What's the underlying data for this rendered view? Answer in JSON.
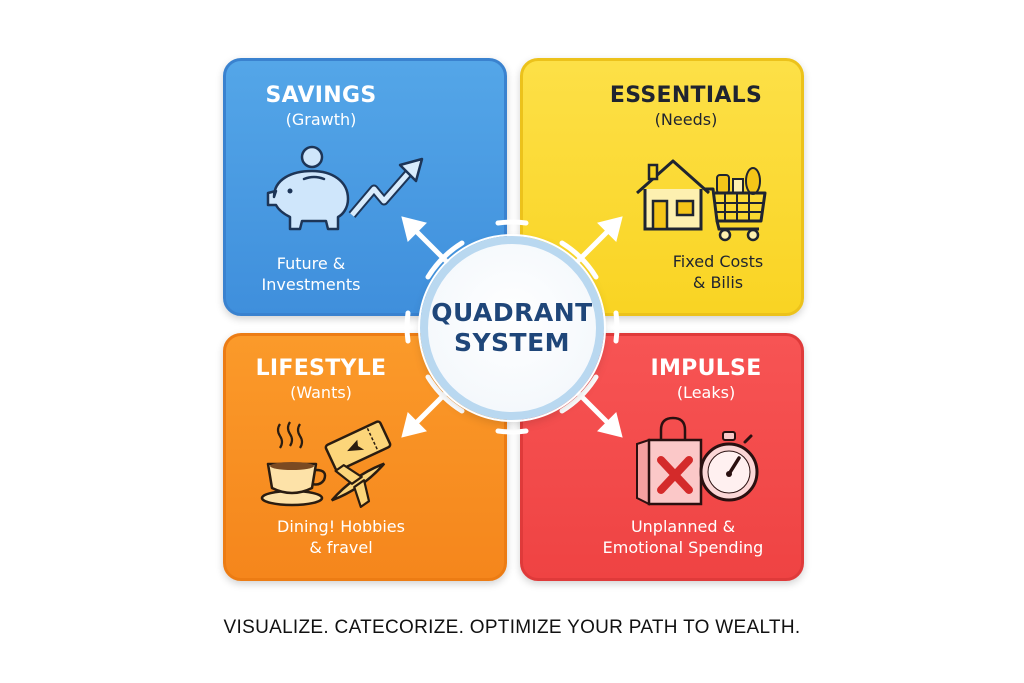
{
  "diagram": {
    "center": {
      "line1": "QUADRANT",
      "line2": "SYSTEM",
      "text_color": "#1f4679",
      "ring_color": "#b9d8f0"
    },
    "quadrants": [
      {
        "id": "savings",
        "position": "top-left",
        "title": "SAVINGS",
        "subtitle": "(Grawth)",
        "description_line1": "Future &",
        "description_line2": "Investments",
        "icon": "piggy-bank-growth-arrow-icon",
        "color": "#4a9ae2"
      },
      {
        "id": "essentials",
        "position": "top-right",
        "title": "ESSENTIALS",
        "subtitle": "(Needs)",
        "description_line1": "Fixed Costs",
        "description_line2": "& Bilis",
        "icon": "house-shopping-cart-icon",
        "color": "#fbd933"
      },
      {
        "id": "lifestyle",
        "position": "bottom-left",
        "title": "LIFESTYLE",
        "subtitle": "(Wants)",
        "description_line1": "Dining! Hobbies",
        "description_line2": "& fravel",
        "icon": "coffee-ticket-airplane-icon",
        "color": "#f78f22"
      },
      {
        "id": "impulse",
        "position": "bottom-right",
        "title": "IMPULSE",
        "subtitle": "(Leaks)",
        "description_line1": "Unplanned &",
        "description_line2": "Emotional Spending",
        "icon": "shopping-bag-x-stopwatch-icon",
        "color": "#f34b4b"
      }
    ],
    "arrows": [
      "up-left",
      "up-right",
      "down-left",
      "down-right"
    ]
  },
  "tagline": "VISUALIZE. CATECORIZE. OPTIMIZE YOUR PATH TO WEALTH."
}
